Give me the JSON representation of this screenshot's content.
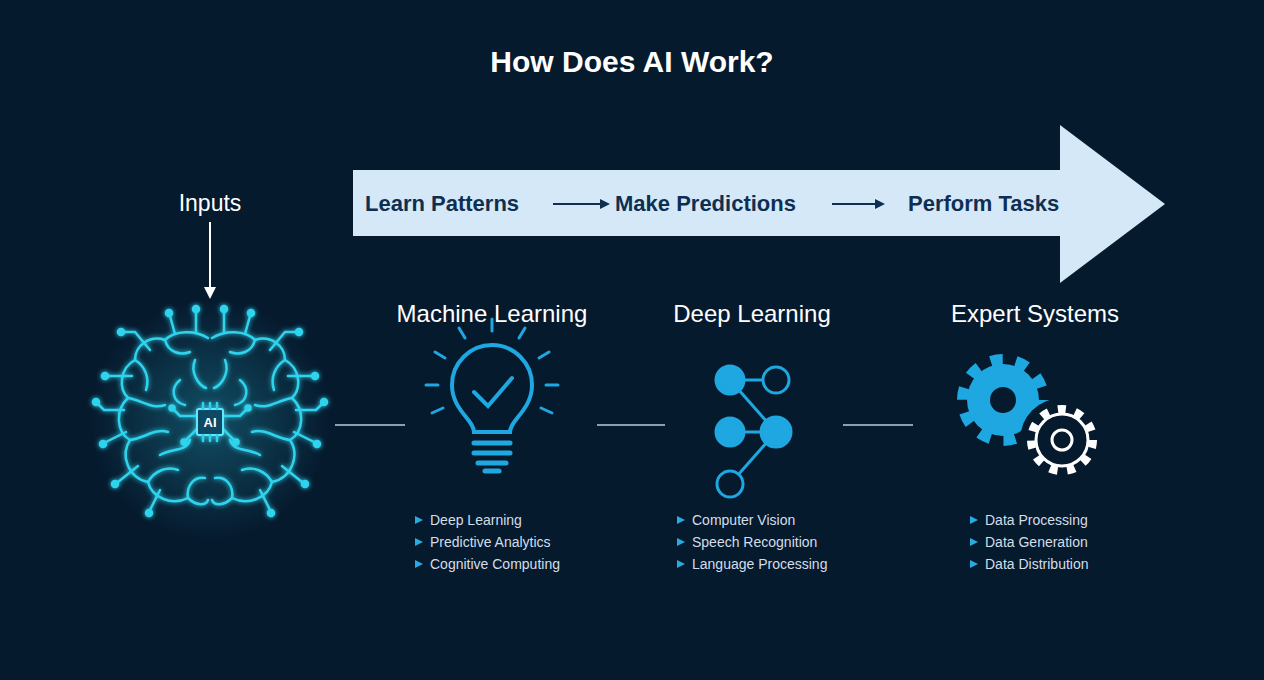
{
  "diagram": {
    "title": "How Does AI Work?",
    "nodes": [
      {
        "text": [
          "Learn Patterns",
          "Make Predictions",
          "Perform Tasks"
        ]
      },
      {
        "text": [
          "AI"
        ]
      },
      {
        "text": [
          "Machine Learning",
          "Deep Learning",
          "Predictive Analytics",
          "Cognitive Computing"
        ]
      },
      {
        "text": [
          "Deep Learning",
          "Computer Vision",
          "Speech Recognition",
          "Language Processing"
        ]
      },
      {
        "text": [
          "Expert Systems",
          "Data Processing",
          "Data Generation",
          "Data Distribution"
        ]
      }
    ],
    "edges": [
      {
        "from": 1,
        "to": 2,
        "arrow": "none"
      },
      {
        "from": 2,
        "to": 3,
        "arrow": "none"
      },
      {
        "from": 3,
        "to": 4,
        "arrow": "none"
      }
    ],
    "labels": [
      "Inputs"
    ]
  }
}
